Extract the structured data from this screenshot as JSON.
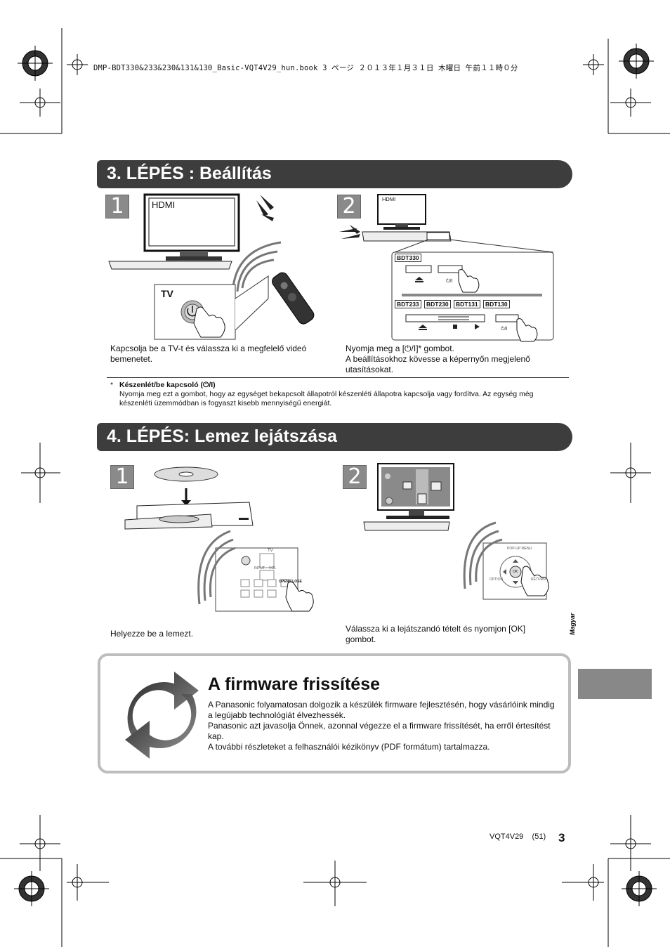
{
  "header": {
    "book_line": "DMP-BDT330&233&230&131&130_Basic-VQT4V29_hun.book  3 ページ  ２０１３年１月３１日  木曜日  午前１１時０分"
  },
  "step3": {
    "title": "3. LÉPÉS : Beállítás",
    "panel1": {
      "num": "1",
      "tv_screen_label": "HDMI",
      "tv_button_label": "TV",
      "caption": "Kapcsolja be a TV-t és válassza ki a megfelelő videó bemenetet."
    },
    "panel2": {
      "num": "2",
      "tv_screen_label": "HDMI",
      "models_top": [
        "BDT330"
      ],
      "models_bottom": [
        "BDT233",
        "BDT230",
        "BDT131",
        "BDT130"
      ],
      "power_glyph": "⏻/I",
      "caption_line1": "Nyomja meg a [⏻/I]* gombot.",
      "caption_line2": "A beállításokhoz kövesse a képernyőn megjelenő utasításokat."
    },
    "footnote": {
      "mark": "*",
      "title": "Készenlét/be kapcsoló (⏻/I)",
      "text": "Nyomja meg ezt a gombot, hogy az egységet bekapcsolt állapotról készenléti állapotra kapcsolja vagy fordítva. Az egység még készenléti üzemmódban is fogyaszt kisebb mennyiségű energiát."
    }
  },
  "step4": {
    "title": "4. LÉPÉS: Lemez lejátszása",
    "panel1": {
      "num": "1",
      "remote_labels": [
        "TV",
        "INPUT",
        "VOL",
        "OPEN/CLOSE"
      ],
      "caption": "Helyezze be a lemezt."
    },
    "panel2": {
      "num": "2",
      "remote_labels": [
        "POP-UP MENU",
        "OK",
        "RETURN",
        "OPTION"
      ],
      "caption": "Válassza ki a lejátszandó tételt és nyomjon [OK] gombot."
    }
  },
  "firmware": {
    "title": "A firmware frissítése",
    "p1": "A Panasonic folyamatosan dolgozik a készülék firmware fejlesztésén, hogy vásárlóink mindig a legújabb technológiát élvezhessék.",
    "p2": "Panasonic azt javasolja Önnek, azonnal végezze el a firmware frissítését, ha erről értesítést kap.",
    "p3": "A további részleteket a felhasználói kézikönyv (PDF formátum) tartalmazza."
  },
  "side_tab": {
    "label": "Magyar"
  },
  "footer": {
    "code": "VQT4V29",
    "sub": "(51)",
    "page": "3"
  }
}
